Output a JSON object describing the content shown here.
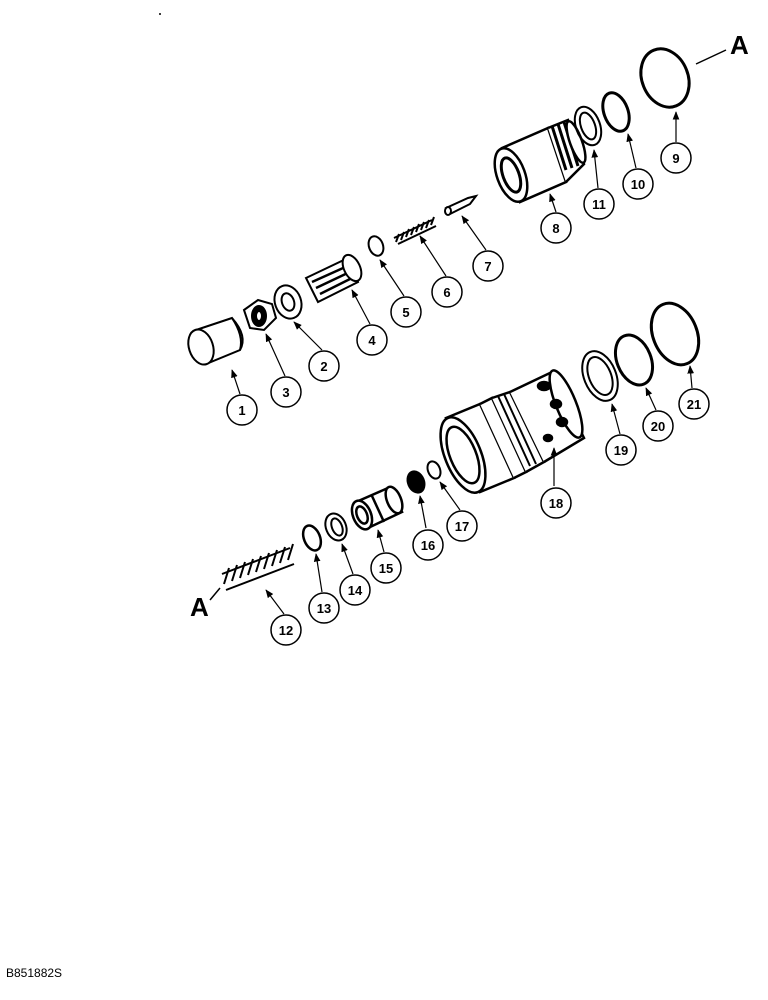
{
  "drawing_code": "B851882S",
  "reference_letter_top": "A",
  "reference_letter_bottom": "A",
  "callouts": [
    "1",
    "2",
    "3",
    "4",
    "5",
    "6",
    "7",
    "8",
    "9",
    "10",
    "11",
    "12",
    "13",
    "14",
    "15",
    "16",
    "17",
    "18",
    "19",
    "20",
    "21"
  ],
  "line_color": "#000000",
  "shade_color": "#000000"
}
